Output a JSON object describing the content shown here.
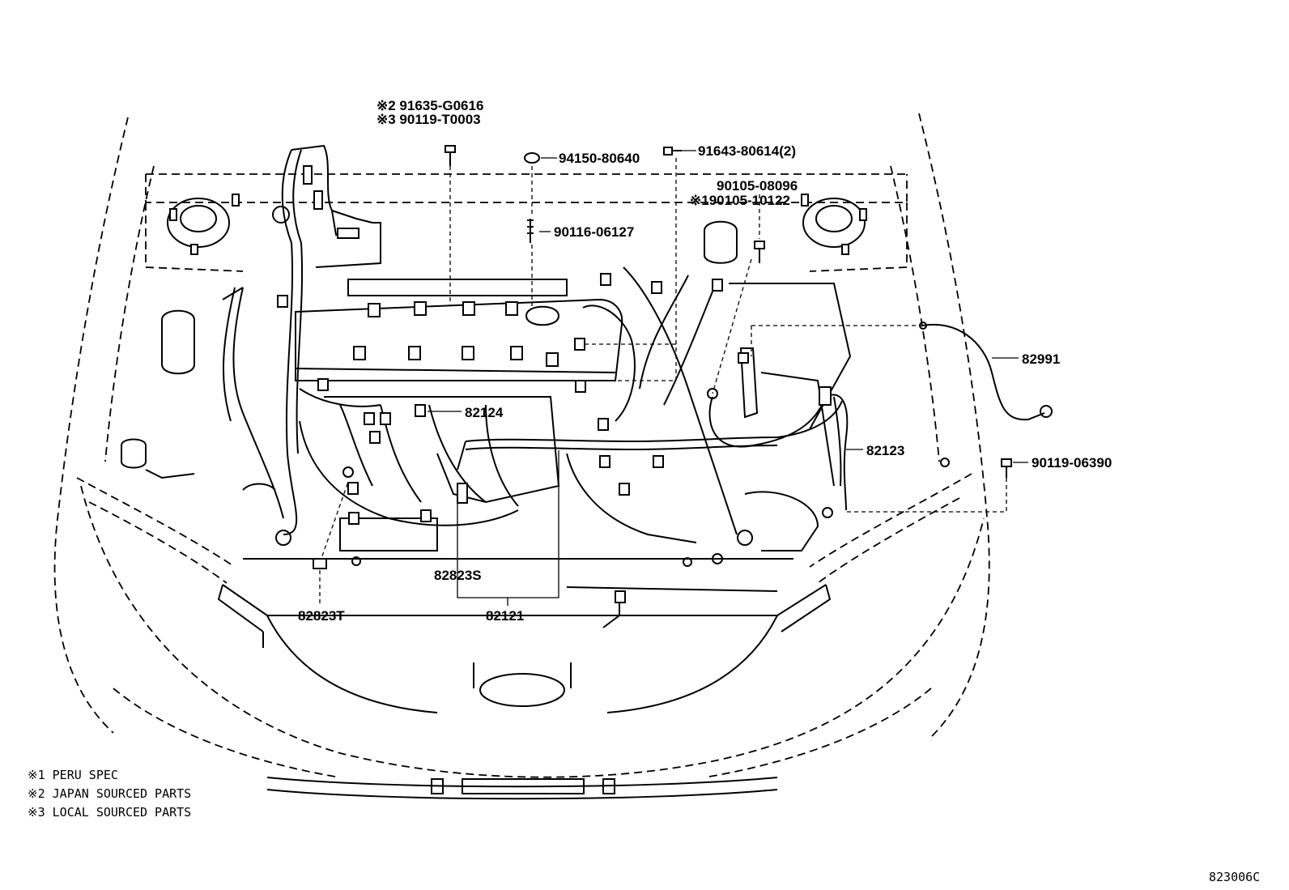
{
  "callouts": {
    "c1a": "※2 91635-G0616",
    "c1b": "※3 90119-T0003",
    "c2": "94150-80640",
    "c3": "91643-80614(2)",
    "c4a": "90105-08096",
    "c4b": "※190105-10122",
    "c5": "90116-06127",
    "c6": "82991",
    "c7": "82124",
    "c8": "82123",
    "c9": "90119-06390",
    "c10": "82823S",
    "c11": "82121",
    "c12": "82823T"
  },
  "legend": [
    "※1 PERU SPEC",
    "※2 JAPAN SOURCED PARTS",
    "※3 LOCAL SOURCED PARTS"
  ],
  "diagram_code": "823006C"
}
